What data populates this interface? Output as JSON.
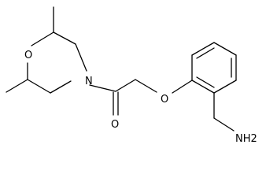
{
  "atoms": {
    "morpholine_oxygen": "O",
    "morpholine_nitrogen": "N",
    "carbonyl_oxygen": "O",
    "ether_oxygen": "O",
    "amine": "NH2"
  },
  "colors": {
    "bond": "#000000",
    "label": "#000000",
    "background": "#ffffff"
  }
}
